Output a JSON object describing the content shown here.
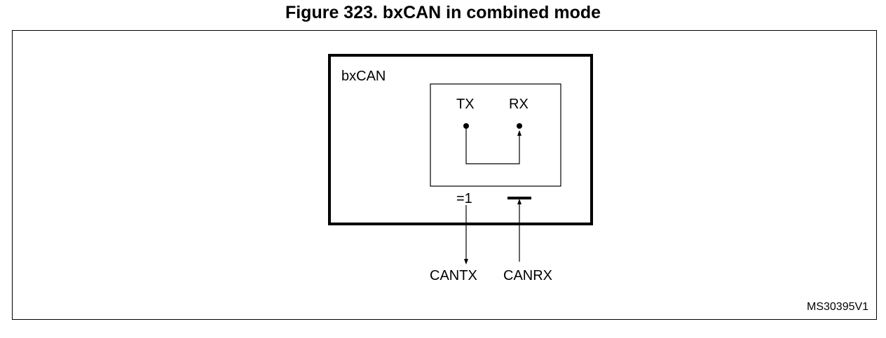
{
  "figure": {
    "title": "Figure 323. bxCAN in combined mode",
    "reference_code": "MS30395V1"
  },
  "diagram": {
    "block_label": "bxCAN",
    "tx_label": "TX",
    "rx_label": "RX",
    "tx_output_value": "=1",
    "pin_tx_label": "CANTX",
    "pin_rx_label": "CANRX"
  }
}
